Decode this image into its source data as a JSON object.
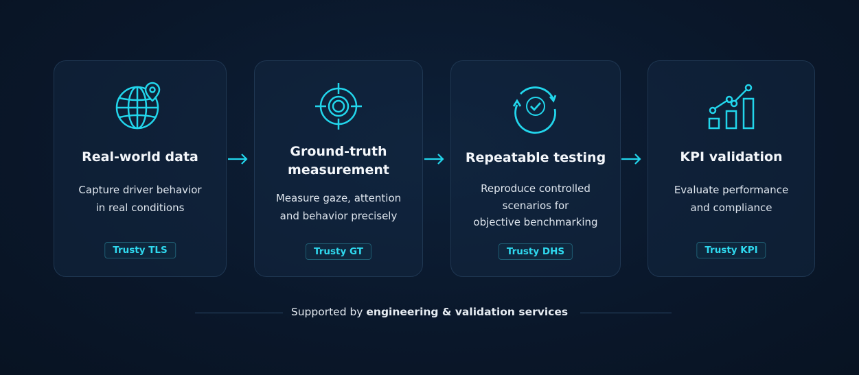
{
  "accent_color": "#22d6ec",
  "steps": [
    {
      "icon": "globe-pin-icon",
      "title": "Real-world data",
      "desc": [
        "Capture driver behavior",
        "in real conditions"
      ],
      "badge": "Trusty TLS"
    },
    {
      "icon": "target-icon",
      "title": [
        "Ground-truth",
        "measurement"
      ],
      "desc": [
        "Measure gaze, attention",
        "and behavior precisely"
      ],
      "badge": "Trusty GT"
    },
    {
      "icon": "repeat-check-icon",
      "title": "Repeatable testing",
      "desc": [
        "Reproduce controlled",
        "scenarios for",
        "objective benchmarking"
      ],
      "badge": "Trusty DHS"
    },
    {
      "icon": "bar-chart-trend-icon",
      "title": "KPI validation",
      "desc": [
        "Evaluate performance",
        "and compliance"
      ],
      "badge": "Trusty KPI"
    }
  ],
  "footer": {
    "prefix": "Supported by ",
    "bold": "engineering & validation services"
  }
}
